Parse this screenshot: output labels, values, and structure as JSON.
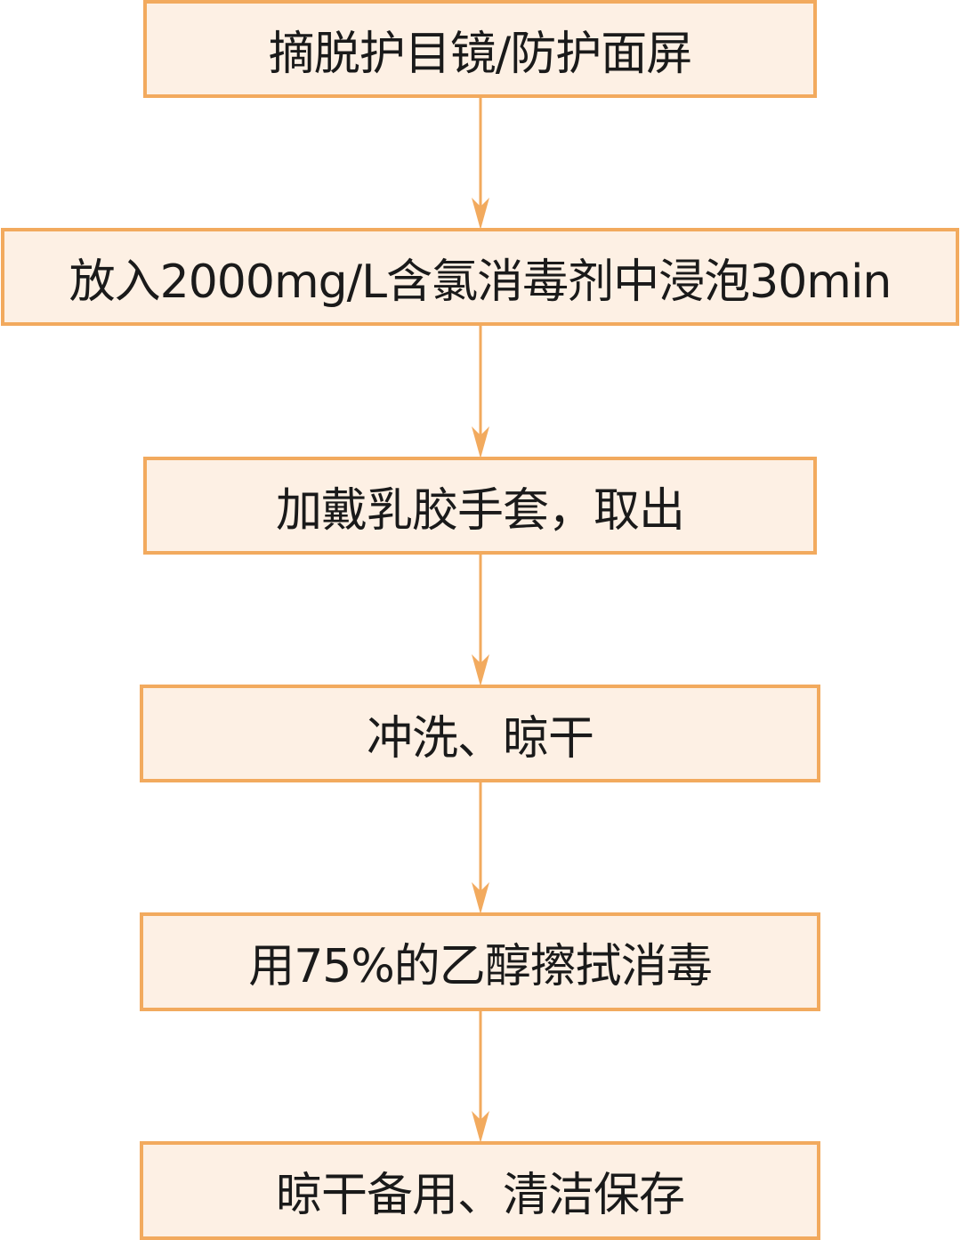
{
  "flowchart": {
    "colors": {
      "box_fill": "#fdf0e4",
      "box_border": "#f2aa5e",
      "arrow": "#f2aa5e",
      "text": "#1a1a1a"
    },
    "steps": [
      {
        "label": "摘脱护目镜/防护面屏"
      },
      {
        "label": "放入2000mg/L含氯消毒剂中浸泡30min"
      },
      {
        "label": "加戴乳胶手套，取出"
      },
      {
        "label": "冲洗、晾干"
      },
      {
        "label": "用75%的乙醇擦拭消毒"
      },
      {
        "label": "晾干备用、清洁保存"
      }
    ]
  }
}
